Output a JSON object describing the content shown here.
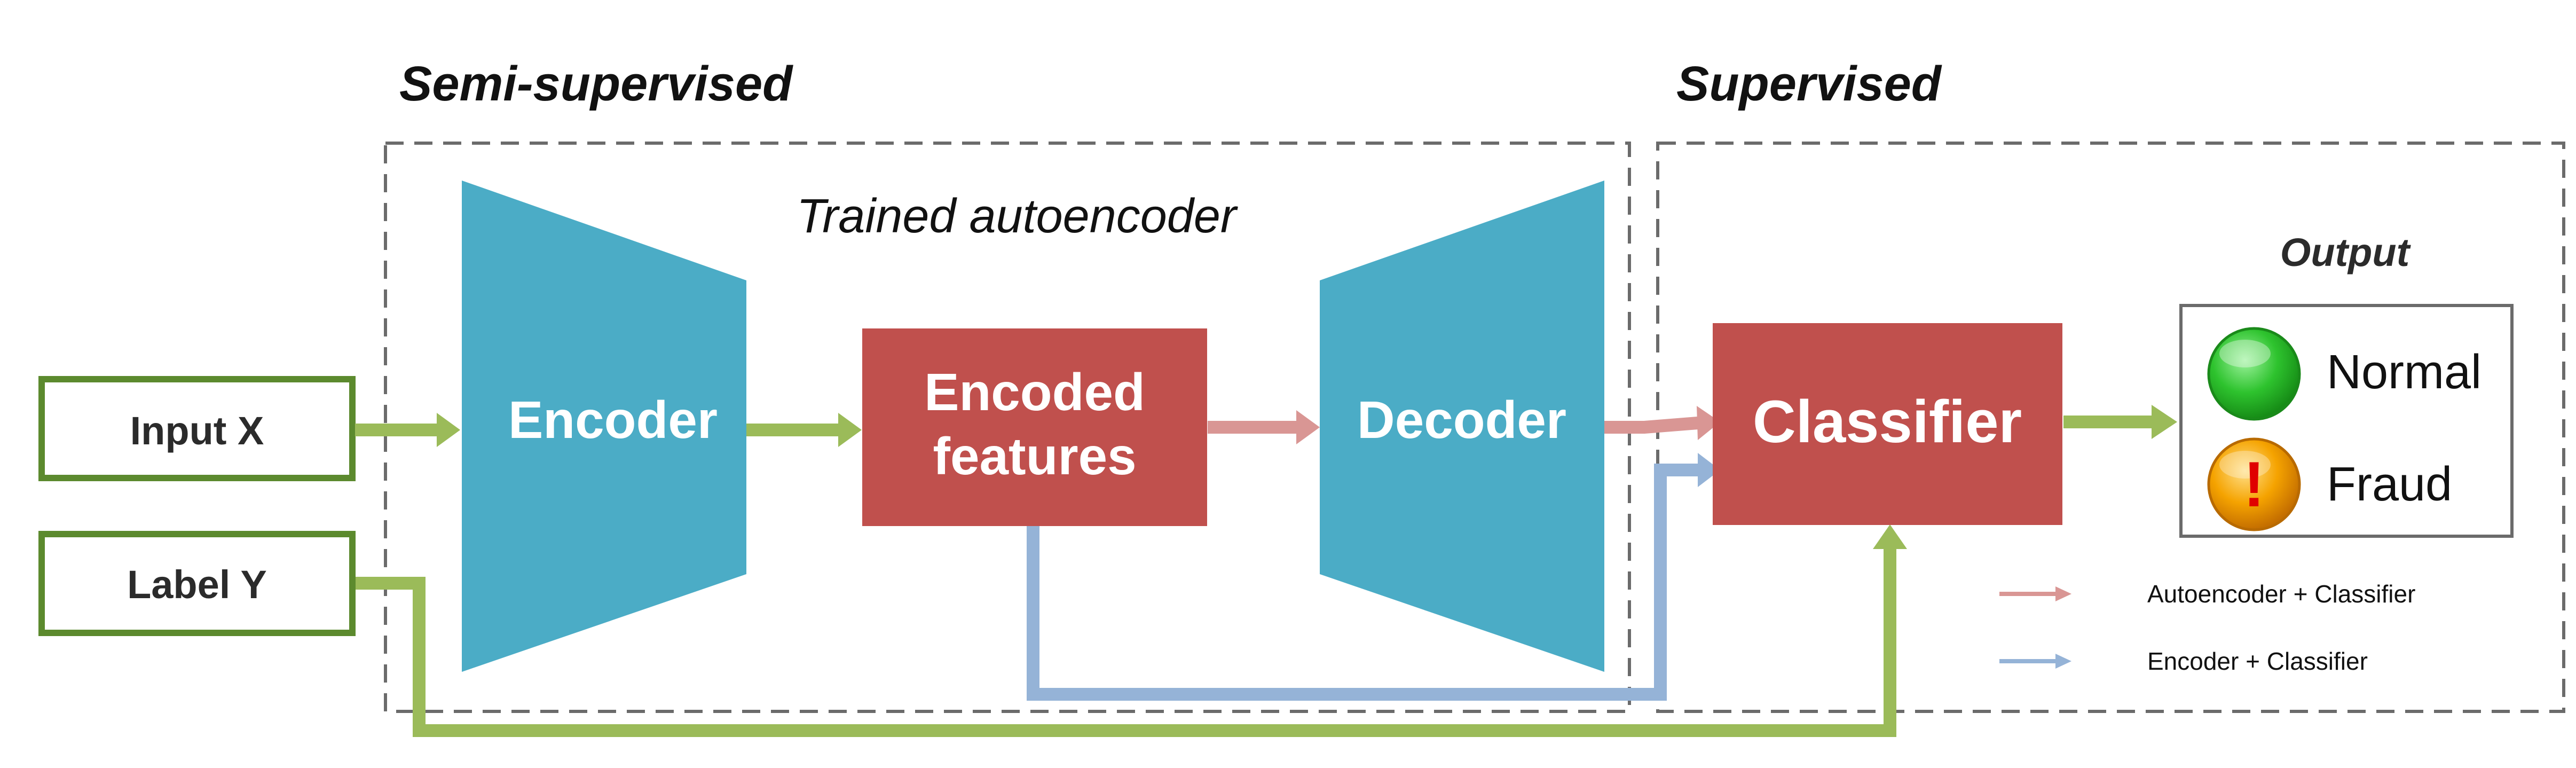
{
  "sections": {
    "semi_supervised": "Semi-supervised",
    "supervised": "Supervised",
    "trained_autoencoder": "Trained autoencoder"
  },
  "inputs": {
    "input_x": "Input X",
    "label_y": "Label Y"
  },
  "blocks": {
    "encoder": "Encoder",
    "encoded_line1": "Encoded",
    "encoded_line2": "features",
    "decoder": "Decoder",
    "classifier": "Classifier"
  },
  "output": {
    "title": "Output",
    "normal": "Normal",
    "fraud": "Fraud",
    "fraud_icon_glyph": "!"
  },
  "legend": {
    "autoencoder_classifier": "Autoencoder + Classifier",
    "encoder_classifier": "Encoder + Classifier"
  },
  "colors": {
    "encoder_decoder": "#4BACC6",
    "feature_classifier": "#C0504D",
    "input_border": "#5C8A2E",
    "green_flow": "#9BBB59",
    "pink_flow": "#D99694",
    "blue_flow": "#95B3D7",
    "dashed_border": "#6b6b6b",
    "normal_icon": "#2EC32E",
    "fraud_icon": "#F5A300"
  }
}
